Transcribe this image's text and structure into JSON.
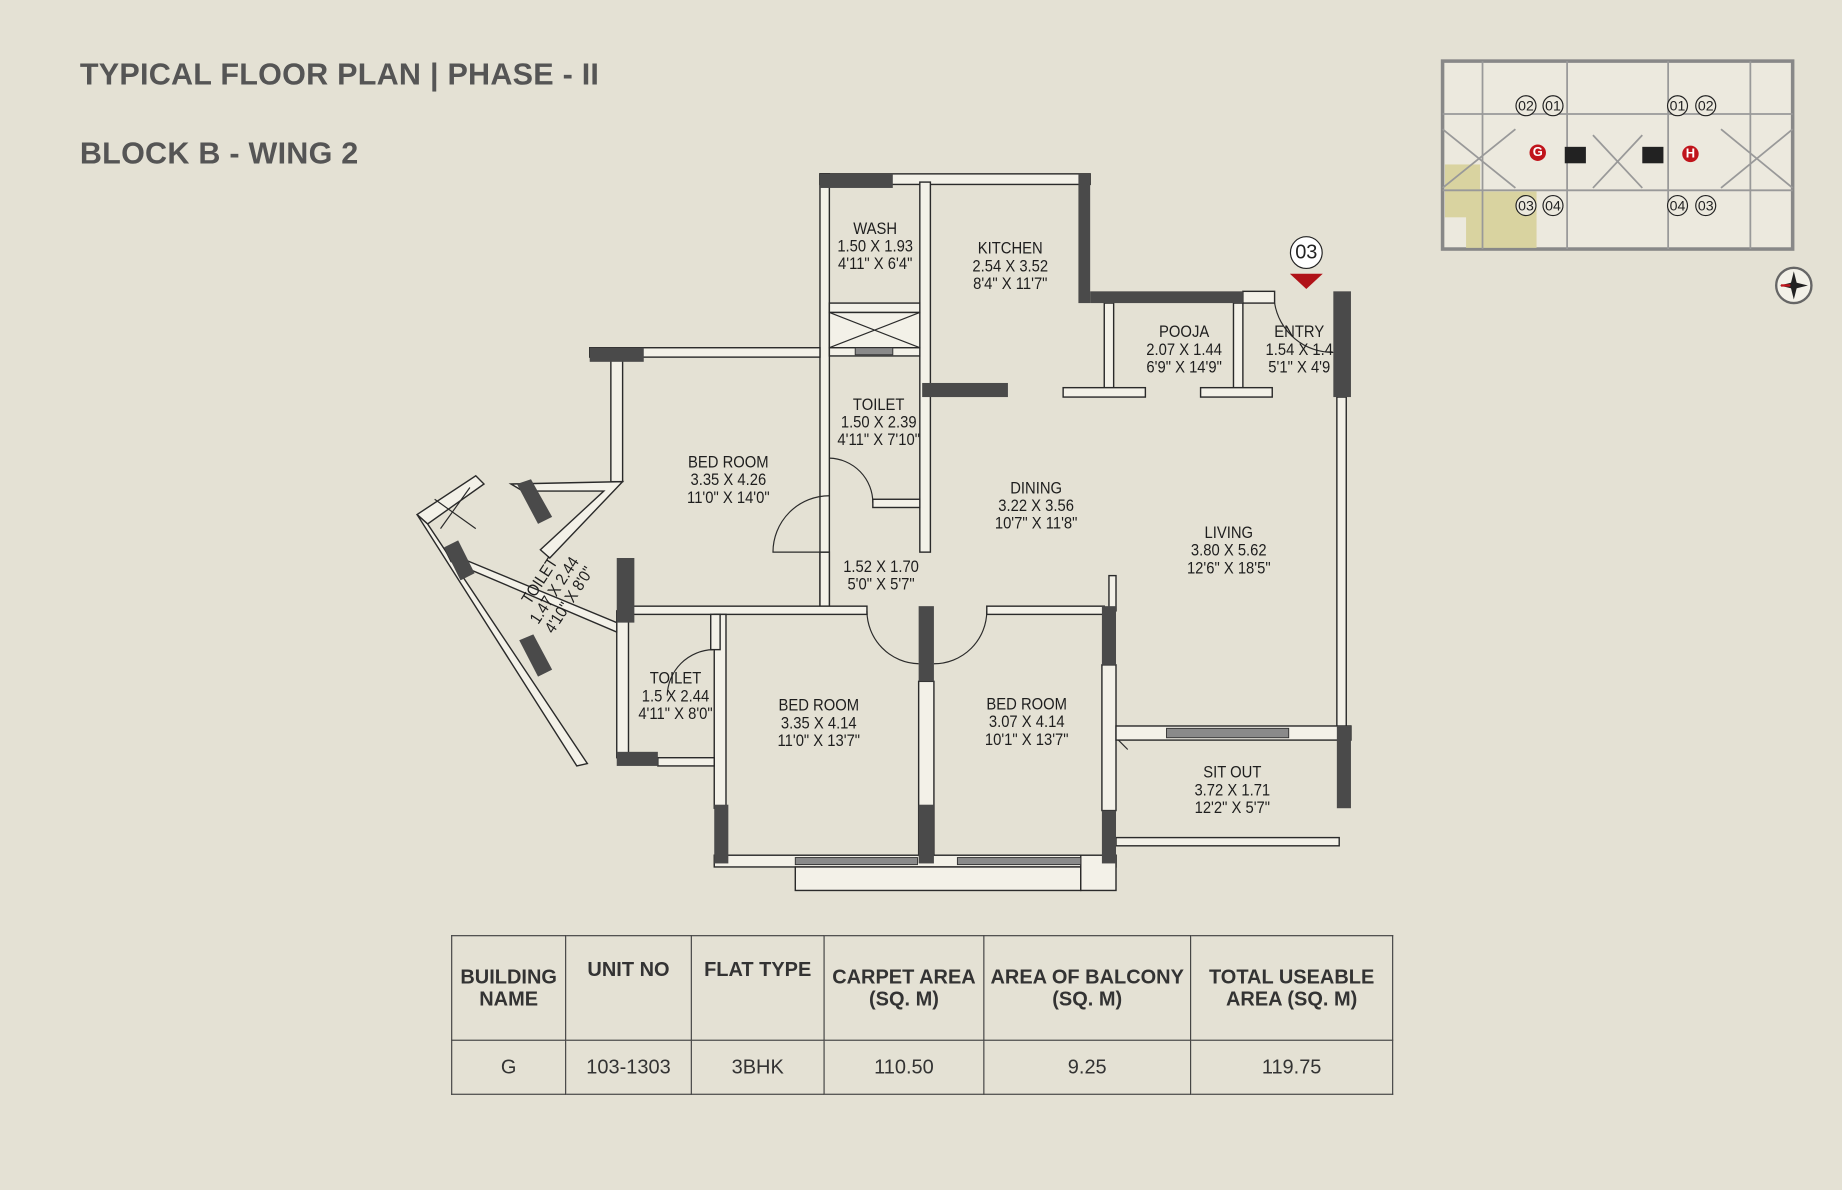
{
  "header": {
    "title": "TYPICAL FLOOR PLAN | PHASE - II",
    "subtitle": "BLOCK B - WING 2"
  },
  "unit_marker": "03",
  "rooms": [
    {
      "name": "WASH",
      "metric": "1.50 X 1.93",
      "imperial": "4'11\" X 6'4\""
    },
    {
      "name": "KITCHEN",
      "metric": "2.54 X 3.52",
      "imperial": "8'4\" X 11'7\""
    },
    {
      "name": "POOJA",
      "metric": "2.07 X 1.44",
      "imperial": "6'9\" X 14'9\""
    },
    {
      "name": "ENTRY",
      "metric": "1.54 X 1.4",
      "imperial": "5'1\" X 4'9"
    },
    {
      "name": "TOILET",
      "metric": "1.50 X 2.39",
      "imperial": "4'11\" X 7'10\""
    },
    {
      "name": "BED ROOM",
      "metric": "3.35 X 4.26",
      "imperial": "11'0\" X 14'0\""
    },
    {
      "name": "DINING",
      "metric": "3.22 X 3.56",
      "imperial": "10'7\" X 11'8\""
    },
    {
      "name": "LIVING",
      "metric": "3.80 X 5.62",
      "imperial": "12'6\" X 18'5\""
    },
    {
      "name": "",
      "metric": "1.52 X 1.70",
      "imperial": "5'0\" X 5'7\""
    },
    {
      "name": "TOILET",
      "metric": "1.47 X 2.44",
      "imperial": "4'10\" X 8'0\""
    },
    {
      "name": "TOILET",
      "metric": "1.5 X 2.44",
      "imperial": "4'11\" X 8'0\""
    },
    {
      "name": "BED ROOM",
      "metric": "3.35 X 4.14",
      "imperial": "11'0\" X 13'7\""
    },
    {
      "name": "BED ROOM",
      "metric": "3.07 X 4.14",
      "imperial": "10'1\" X 13'7\""
    },
    {
      "name": "SIT OUT",
      "metric": "3.72 X 1.71",
      "imperial": "12'2\" X 5'7\""
    }
  ],
  "key_plan": {
    "units_top": [
      "02",
      "01",
      "01",
      "02"
    ],
    "units_bottom": [
      "03",
      "04",
      "04",
      "03"
    ],
    "buildings": [
      "G",
      "H"
    ],
    "highlight_color": "#d9d3a0"
  },
  "table": {
    "headers": [
      "BUILDING NAME",
      "UNIT NO",
      "FLAT TYPE",
      "CARPET AREA (SQ. M)",
      "AREA OF BALCONY (SQ. M)",
      "TOTAL USEABLE AREA (SQ. M)"
    ],
    "header_lines": [
      [
        "BUILDING",
        "NAME"
      ],
      [
        "UNIT NO",
        ""
      ],
      [
        "FLAT TYPE",
        ""
      ],
      [
        "CARPET AREA",
        "(SQ. M)"
      ],
      [
        "AREA OF BALCONY",
        "(SQ. M)"
      ],
      [
        "TOTAL USEABLE",
        "AREA (SQ. M)"
      ]
    ],
    "rows": [
      [
        "G",
        "103-1303",
        "3BHK",
        "110.50",
        "9.25",
        "119.75"
      ]
    ]
  },
  "colors": {
    "background": "#e4e1d4",
    "wall_dark": "#4a4a4a",
    "accent_red": "#b01218"
  }
}
